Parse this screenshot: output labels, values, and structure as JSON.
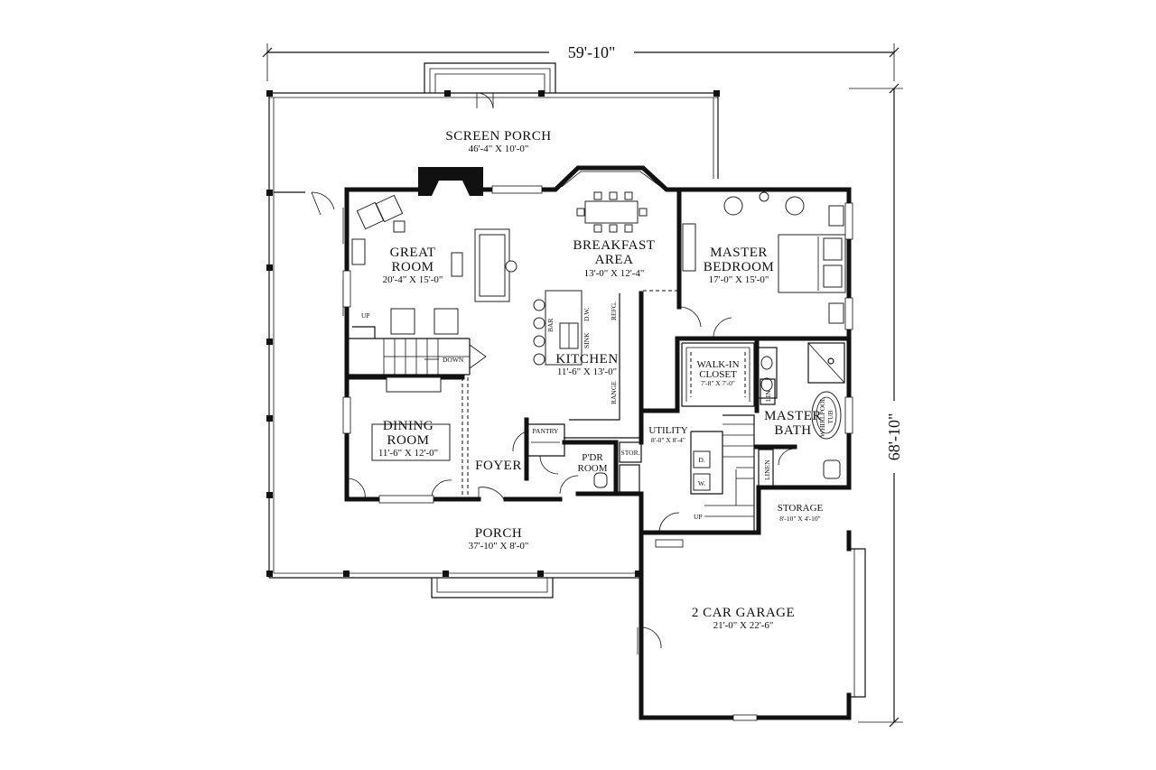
{
  "overall": {
    "width": "59'-10\"",
    "depth": "68'-10\""
  },
  "rooms": {
    "screen_porch": {
      "name": "SCREEN PORCH",
      "size": "46'-4\" X 10'-0\""
    },
    "great_room": {
      "name_1": "GREAT",
      "name_2": "ROOM",
      "size": "20'-4\" X 15'-0\""
    },
    "breakfast": {
      "name_1": "BREAKFAST",
      "name_2": "AREA",
      "size": "13'-0\" X 12'-4\""
    },
    "master_bedroom": {
      "name_1": "MASTER",
      "name_2": "BEDROOM",
      "size": "17'-0\" X 15'-0\""
    },
    "kitchen": {
      "name": "KITCHEN",
      "size": "11'-6\" X 13'-0\""
    },
    "walk_in_closet": {
      "name_1": "WALK-IN",
      "name_2": "CLOSET",
      "size": "7'-8\" X 7'-0\""
    },
    "master_bath": {
      "name_1": "MASTER",
      "name_2": "BATH"
    },
    "dining_room": {
      "name_1": "DINING",
      "name_2": "ROOM",
      "size": "11'-6\" X 12'-0\""
    },
    "foyer": {
      "name": "FOYER"
    },
    "pantry": {
      "name": "PANTRY"
    },
    "pdr_room": {
      "name_1": "P'DR",
      "name_2": "ROOM"
    },
    "stor": {
      "name": "STOR."
    },
    "utility": {
      "name": "UTILITY",
      "size": "8'-0\" X 8'-4\""
    },
    "storage": {
      "name": "STORAGE",
      "size": "8'-10\" X 4'-10\""
    },
    "porch": {
      "name": "PORCH",
      "size": "37'-10\" X 8'-0\""
    },
    "garage": {
      "name": "2 CAR GARAGE",
      "size": "21'-0\" X 22'-6\""
    }
  },
  "fixtures": {
    "bar": "BAR",
    "sink": "SINK",
    "dw": "D.W.",
    "refg": "REFG.",
    "range": "RANGE",
    "lin": "LIN.",
    "linen": "LINEN",
    "whirlpool_1": "WHIRLPOOL",
    "whirlpool_2": "TUB",
    "dryer": "D.",
    "washer": "W.",
    "up_stair": "UP",
    "down_stair": "DOWN",
    "up_utility": "UP"
  }
}
